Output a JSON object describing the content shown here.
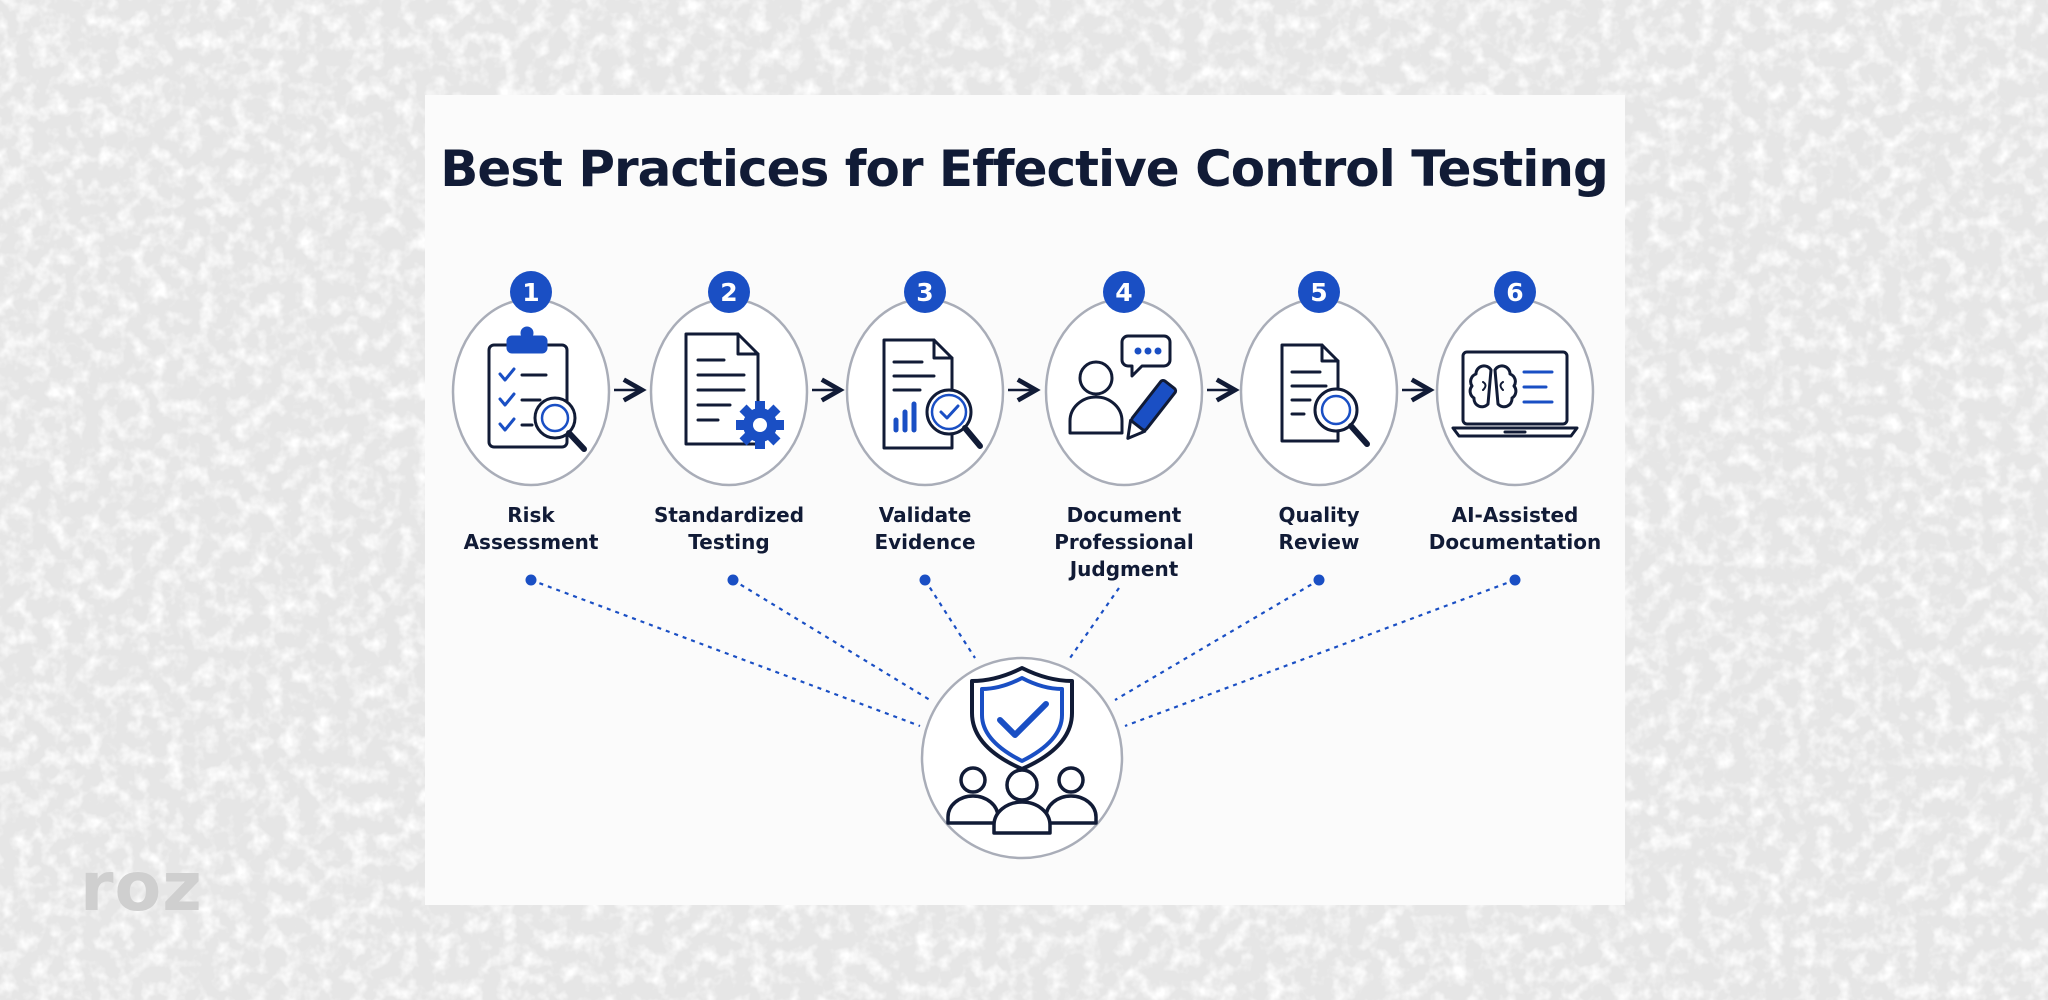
{
  "title": "Best Practices for Effective Control Testing",
  "steps": [
    {
      "number": "1",
      "label": "Risk\nAssessment",
      "icon": "clipboard-checklist-magnifier-icon"
    },
    {
      "number": "2",
      "label": "Standardized\nTesting",
      "icon": "document-gear-icon"
    },
    {
      "number": "3",
      "label": "Validate\nEvidence",
      "icon": "document-chart-magnifier-check-icon"
    },
    {
      "number": "4",
      "label": "Document\nProfessional\nJudgment",
      "icon": "person-speech-pen-icon"
    },
    {
      "number": "5",
      "label": "Quality\nReview",
      "icon": "document-magnifier-icon"
    },
    {
      "number": "6",
      "label": "AI-Assisted\nDocumentation",
      "icon": "laptop-brain-icon"
    }
  ],
  "center_icon": "shield-check-team-icon",
  "logo": "roz",
  "colors": {
    "accent": "#1a4fc4",
    "ink": "#111b36",
    "circle_stroke": "#a9adb8",
    "background": "#ececec"
  }
}
